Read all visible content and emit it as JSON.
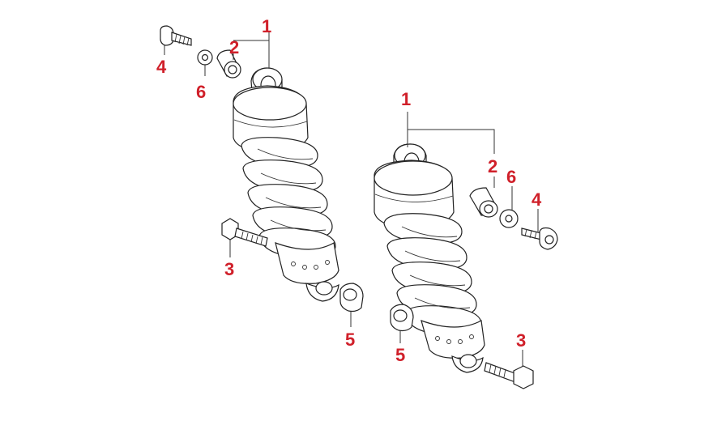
{
  "callouts": {
    "left": {
      "shock": "1",
      "bush": "2",
      "bolt_lower": "3",
      "bolt_upper": "4",
      "nut": "5",
      "washer": "6"
    },
    "right": {
      "shock": "1",
      "bush": "2",
      "bolt_lower": "3",
      "bolt_upper": "4",
      "nut": "5",
      "washer": "6"
    }
  },
  "colors": {
    "callout": "#d0202a",
    "line": "#222222",
    "background": "#ffffff"
  }
}
